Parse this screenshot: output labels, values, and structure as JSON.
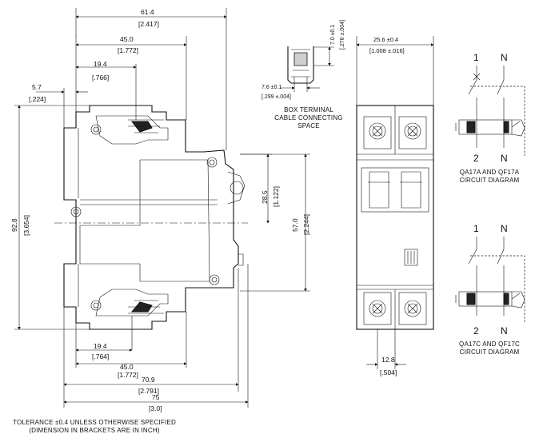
{
  "dims": {
    "d61_4": "61.4",
    "d61_4_in": "[2.417]",
    "d45_top": "45.0",
    "d45_top_in": "[1.772]",
    "d19_4_top": "19.4",
    "d19_4_top_in": "[.766]",
    "d5_7": "5.7",
    "d5_7_in": "[.224]",
    "d92_8": "92.8",
    "d92_8_in": "[3.654]",
    "d28_5": "28.5",
    "d28_5_in": "[1.122]",
    "d57_0": "57.0",
    "d57_0_in": "[2.244]",
    "d19_4_bot": "19.4",
    "d19_4_bot_in": "[.764]",
    "d45_bot": "45.0",
    "d45_bot_in": "[1.772]",
    "d70_9": "70.9",
    "d70_9_in": "[2.791]",
    "d75": "75",
    "d75_in": "[3.0]",
    "d7_0": "7.0 ±0.1",
    "d7_0_in": "[.276 ±.004]",
    "d7_6": "7.6 ±0.1",
    "d7_6_in": "[.299 ±.004]",
    "d25_6": "25.6 ±0.4",
    "d25_6_in": "[1.008 ±.016]",
    "d12_8": "12.8",
    "d12_8_in": "[.504]"
  },
  "captions": {
    "box_terminal_1": "BOX TERMINAL",
    "box_terminal_2": "CABLE CONNECTING",
    "box_terminal_3": "SPACE",
    "diagram_a_1": "QA17A AND QF17A",
    "diagram_a_2": "CIRCUIT DIAGRAM",
    "diagram_c_1": "QA17C AND QF17C",
    "diagram_c_2": "CIRCUIT DIAGRAM",
    "tolerance_1": "TOLERANCE ±0.4 UNLESS OTHERWISE SPECIFIED",
    "tolerance_2": "(DIMENSION IN BRACKETS ARE IN INCH)"
  },
  "terminals": {
    "a_top_l": "1",
    "a_top_n": "N",
    "a_bot_l": "2",
    "a_bot_n": "N",
    "c_top_l": "1",
    "c_top_n": "N",
    "c_bot_l": "2",
    "c_bot_n": "N"
  }
}
